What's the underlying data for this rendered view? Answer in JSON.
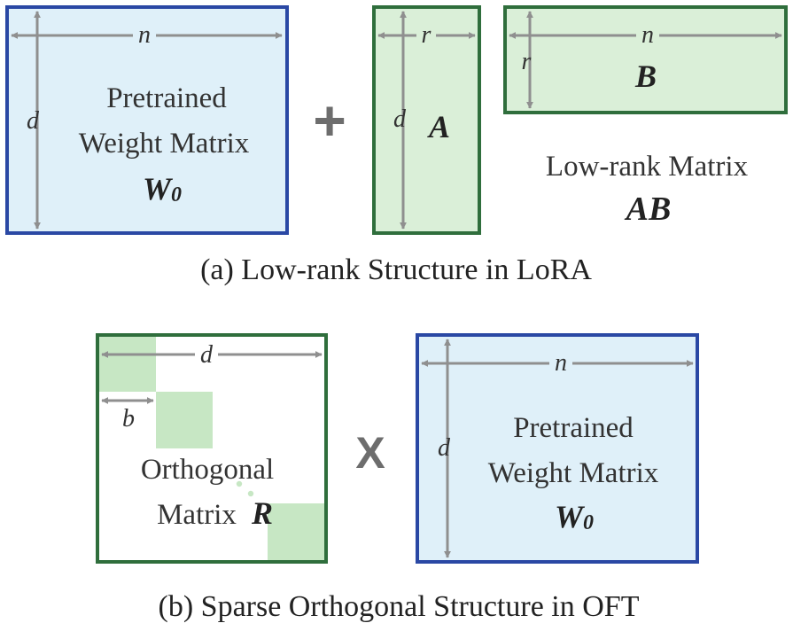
{
  "colors": {
    "blue_border": "#2a48a4",
    "blue_fill": "#dff0f9",
    "green_border": "#2f6e3c",
    "green_fill": "#daefd8",
    "block_fill": "#c7e7c4",
    "arrow": "#8f8f8f",
    "text": "#333333"
  },
  "panel_a": {
    "caption": "(a) Low-rank Structure in LoRA",
    "operator": "+",
    "pretrained": {
      "line1": "Pretrained",
      "line2": "Weight Matrix",
      "symbol": "W",
      "subscript": "0",
      "dim_width": "n",
      "dim_height": "d"
    },
    "matrix_a": {
      "symbol": "A",
      "dim_width": "r",
      "dim_height": "d"
    },
    "matrix_b": {
      "symbol": "B",
      "dim_width": "n",
      "dim_height": "r"
    },
    "lowrank": {
      "label": "Low-rank Matrix",
      "symbol": "AB"
    }
  },
  "panel_b": {
    "caption": "(b) Sparse Orthogonal Structure in OFT",
    "operator": "X",
    "orthogonal": {
      "line1": "Orthogonal",
      "line2": "Matrix",
      "symbol": "R",
      "dim_width": "d",
      "dim_block": "b"
    },
    "pretrained": {
      "line1": "Pretrained",
      "line2": "Weight Matrix",
      "symbol": "W",
      "subscript": "0",
      "dim_width": "n",
      "dim_height": "d"
    }
  }
}
